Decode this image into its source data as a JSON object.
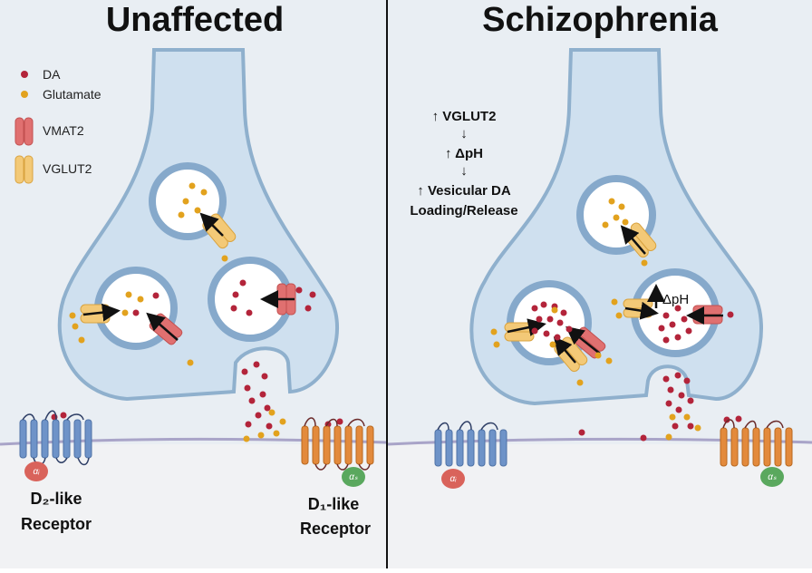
{
  "panels": {
    "left_title": "Unaffected",
    "right_title": "Schizophrenia"
  },
  "legend": {
    "da": "DA",
    "glutamate": "Glutamate",
    "vmat2": "VMAT2",
    "vglut2": "VGLUT2"
  },
  "mechanism": {
    "step1": "↑ VGLUT2",
    "arrow1": "↓",
    "step2": "↑ ΔpH",
    "arrow2": "↓",
    "step3": "↑ Vesicular DA",
    "step4": "Loading/Release"
  },
  "annotation": {
    "dph": "ΔpH"
  },
  "receptors": {
    "d2_line1": "D₂-like",
    "d2_line2": "Receptor",
    "d1_line1": "D₁-like",
    "d1_line2": "Receptor",
    "gi": "αᵢ",
    "gs": "αₛ"
  },
  "colors": {
    "background": "#e9eef3",
    "neuron_fill": "#cfe0ef",
    "neuron_stroke": "#8fb0cd",
    "vesicle_ring": "#86a9cb",
    "da": "#b3243a",
    "glutamate": "#e2a21e",
    "vmat2": "#e07070",
    "vglut2": "#f3c977",
    "d2_receptor": "#6e93c8",
    "d1_receptor": "#e38a3c",
    "gi": "#d9635b",
    "gs": "#5aa85e",
    "membrane": "#a9a4c8"
  }
}
